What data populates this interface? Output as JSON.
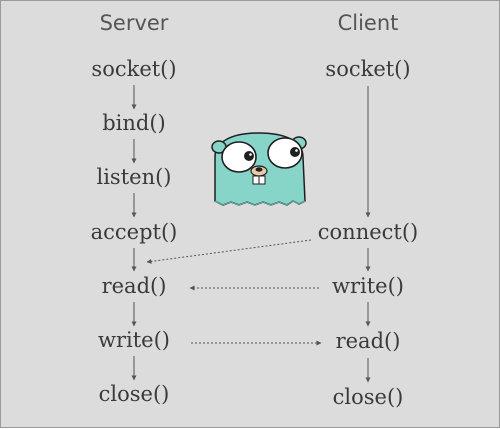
{
  "server": {
    "title": "Server",
    "steps": [
      "socket()",
      "bind()",
      "listen()",
      "accept()",
      "read()",
      "write()",
      "close()"
    ]
  },
  "client": {
    "title": "Client",
    "steps": [
      "socket()",
      "connect()",
      "write()",
      "read()",
      "close()"
    ]
  },
  "mascot": {
    "icon": "gopher-icon",
    "body_color": "#87d4c9"
  },
  "colors": {
    "background": "#dcdcdc",
    "text": "#3a3a3a",
    "line": "#555555"
  }
}
